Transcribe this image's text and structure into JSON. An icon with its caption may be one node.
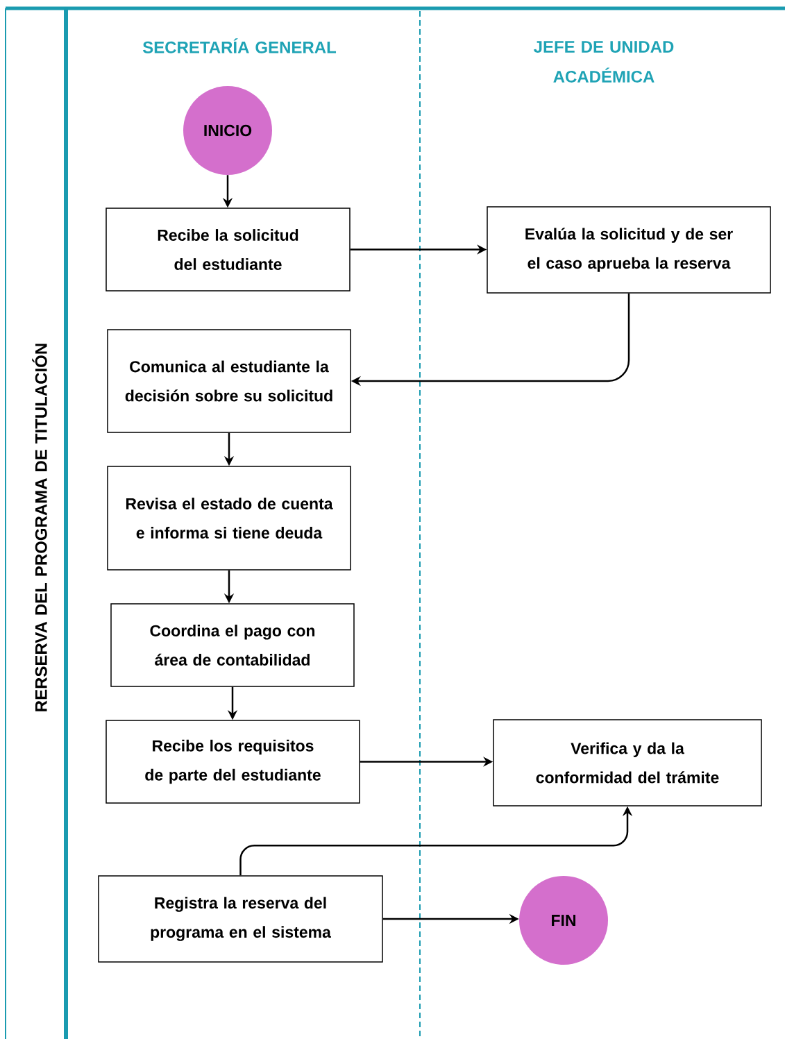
{
  "diagram": {
    "nodes": [
      {
        "text": [
          "INICIO"
        ]
      },
      {
        "text": [
          "Recibe la solicitud del estudiante"
        ]
      },
      {
        "text": [
          "Evalúa la solicitud y de ser el caso aprueba la reserva"
        ]
      },
      {
        "text": [
          "Comunica al estudiante la decisión sobre su solicitud"
        ]
      },
      {
        "text": [
          "Revisa el estado de cuenta e informa si tiene deuda"
        ]
      },
      {
        "text": [
          "Coordina el pago con área de contabilidad"
        ]
      },
      {
        "text": [
          "Recibe los requisitos de parte del estudiante"
        ]
      },
      {
        "text": [
          "Verifica y da la conformidad del trámite"
        ]
      },
      {
        "text": [
          "Registra la reserva del programa en el sistema"
        ]
      },
      {
        "text": [
          "FIN"
        ]
      }
    ],
    "edges": [
      {
        "from": 0,
        "to": 1,
        "arrow": "to"
      },
      {
        "from": 1,
        "to": 2,
        "arrow": "to"
      },
      {
        "from": 2,
        "to": 3,
        "arrow": "to"
      },
      {
        "from": 3,
        "to": 4,
        "arrow": "to"
      },
      {
        "from": 4,
        "to": 5,
        "arrow": "to"
      },
      {
        "from": 5,
        "to": 6,
        "arrow": "to"
      },
      {
        "from": 6,
        "to": 7,
        "arrow": "to"
      },
      {
        "from": 8,
        "to": 7,
        "arrow": "to"
      },
      {
        "from": 8,
        "to": 9,
        "arrow": "to"
      }
    ],
    "labels": [
      "SECRETARÍA GENERAL",
      "JEFE DE UNIDAD ACADÉMICA",
      "RERSERVA DEL PROGRAMA DE TITULACIÓN"
    ]
  }
}
